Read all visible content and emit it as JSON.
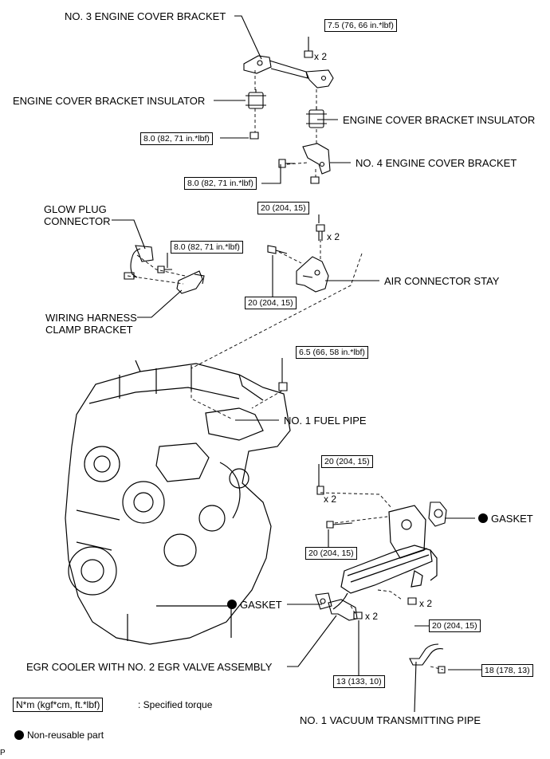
{
  "labels": {
    "no3_bracket": "NO. 3 ENGINE COVER BRACKET",
    "insulator_left": "ENGINE COVER BRACKET INSULATOR",
    "insulator_right": "ENGINE COVER BRACKET INSULATOR",
    "no4_bracket": "NO. 4 ENGINE COVER BRACKET",
    "glow_plug_line1": "GLOW PLUG",
    "glow_plug_line2": "CONNECTOR",
    "air_connector_stay": "AIR CONNECTOR STAY",
    "wiring_harness_line1": "WIRING HARNESS",
    "wiring_harness_line2": "CLAMP BRACKET",
    "fuel_pipe": "NO. 1 FUEL PIPE",
    "gasket_right": "GASKET",
    "gasket_left": "GASKET",
    "egr_cooler": "EGR COOLER WITH NO. 2 EGR VALVE ASSEMBLY",
    "vacuum_pipe": "NO. 1 VACUUM TRANSMITTING PIPE"
  },
  "torques": {
    "t_top_right": "7.5 (76, 66 in.*lbf)",
    "t_insulator_left": "8.0 (82, 71 in.*lbf)",
    "t_no4": "8.0 (82, 71 in.*lbf)",
    "t_stay_top": "20 (204, 15)",
    "t_harness": "8.0 (82, 71 in.*lbf)",
    "t_stay_left": "20 (204, 15)",
    "t_fuel_pipe": "6.5 (66, 58 in.*lbf)",
    "t_egr_top": "20 (204, 15)",
    "t_egr_bolt": "20 (204, 15)",
    "t_egr_right": "20 (204, 15)",
    "t_egr_bottom": "13 (133, 10)",
    "t_vacuum": "18 (178, 13)"
  },
  "quantities": {
    "q_top": "x 2",
    "q_stay": "x 2",
    "q_egr_top": "x 2",
    "q_egr_right": "x 2",
    "q_egr_bottom": "x 2"
  },
  "legend": {
    "torque_box": "N*m (kgf*cm, ft.*lbf)",
    "torque_text": ": Specified torque",
    "nonreusable_text": "Non-reusable part"
  },
  "corner_mark": "P"
}
